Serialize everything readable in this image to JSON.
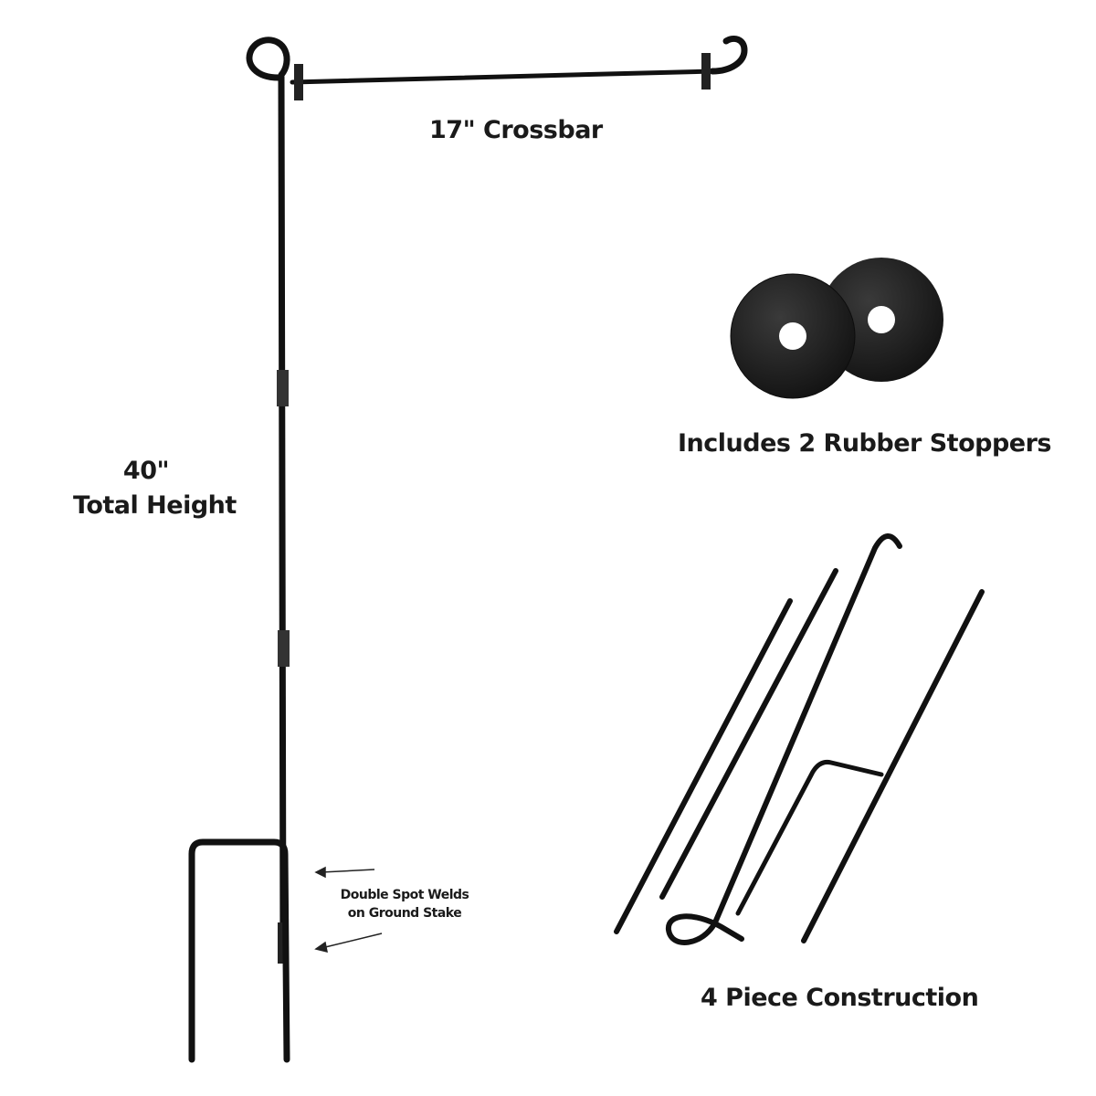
{
  "labels": {
    "crossbar": "17\" Crossbar",
    "height_value": "40\"",
    "height_caption": "Total Height",
    "stoppers": "Includes 2 Rubber Stoppers",
    "welds_line1": "Double Spot Welds",
    "welds_line2": "on Ground Stake",
    "construction": "4 Piece Construction"
  },
  "colors": {
    "background": "#ffffff",
    "metal": "#111111",
    "rubber": "#1c1c1c",
    "text": "#1a1a1a"
  },
  "icons": {
    "stand": "garden-flag-stand-icon",
    "stoppers": "rubber-stopper-icon",
    "pieces": "stand-pieces-icon",
    "arrows": "arrow-left-icon"
  }
}
